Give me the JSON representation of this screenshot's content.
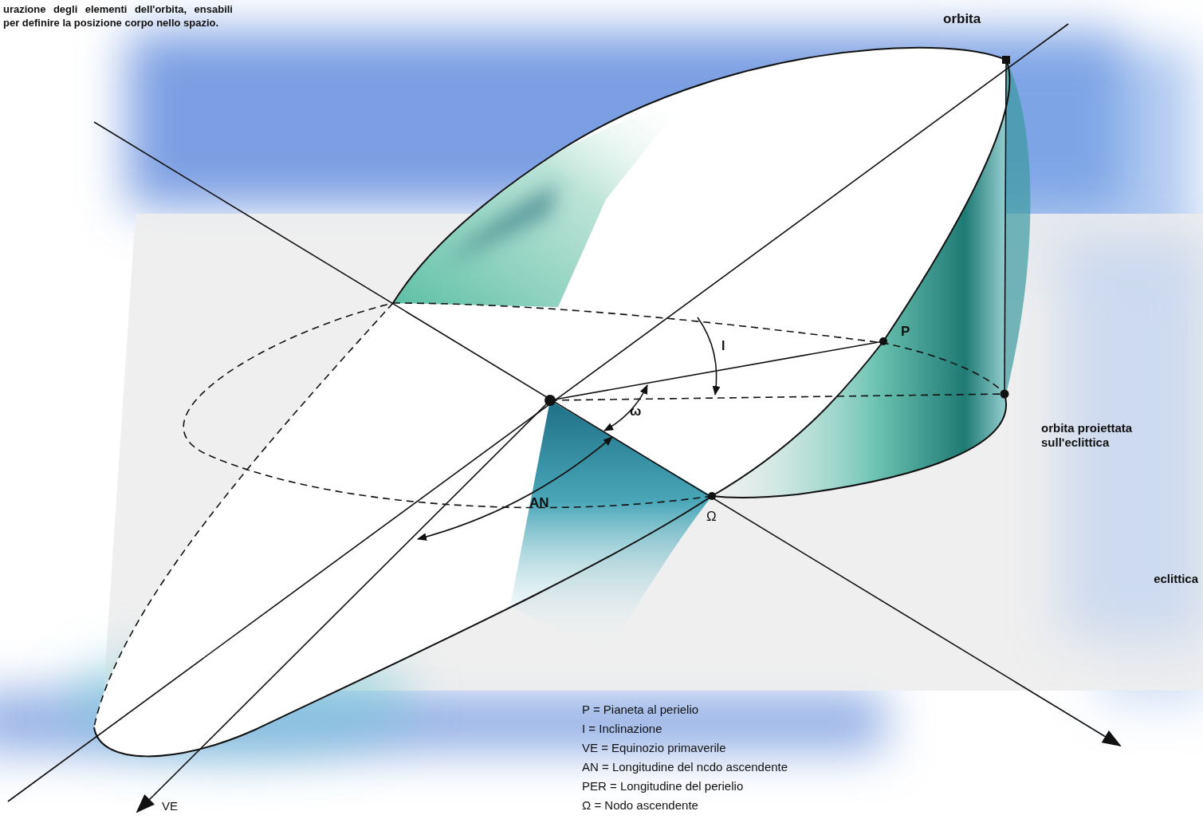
{
  "diagram": {
    "caption": "urazione degli elementi dell'orbita, ensabili per definire la posizione corpo nello spazio.",
    "labels": [
      "orbita",
      "P",
      "I",
      "ω",
      "AN",
      "Ω",
      "orbita proiettata sull'eclittica",
      "eclittica",
      "VE",
      "P = Pianeta al perielio",
      "I = Inclinazione",
      "VE = Equinozio primaverile",
      "AN = Longitudine del ncdo ascendente",
      "PER = Longitudine del perielio",
      "Ω = Nodo ascendente"
    ]
  }
}
